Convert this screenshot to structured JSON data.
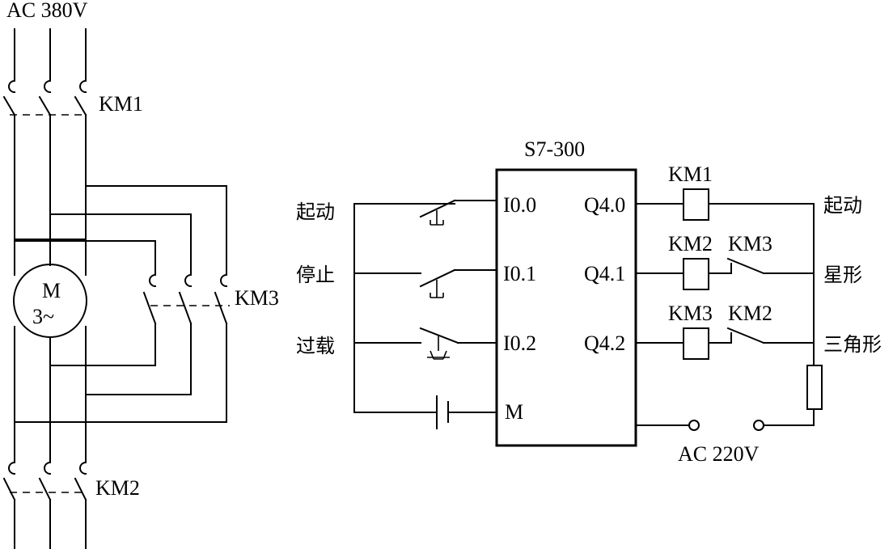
{
  "power": {
    "main_supply": "AC 380V",
    "control_supply": "AC  220V"
  },
  "motor": {
    "letter": "M",
    "phases": "3~"
  },
  "contactors": {
    "km1": "KM1",
    "km2": "KM2",
    "km3": "KM3"
  },
  "plc": {
    "model": "S7-300",
    "inputs": [
      "I0.0",
      "I0.1",
      "I0.2"
    ],
    "common": "M",
    "outputs": [
      "Q4.0",
      "Q4.1",
      "Q4.2"
    ]
  },
  "input_labels": [
    "起动",
    "停止",
    "过载"
  ],
  "output_labels": [
    "起动",
    "星形",
    "三角形"
  ],
  "output_coils": [
    "KM1",
    "KM2",
    "KM3"
  ],
  "interlock_contacts": [
    "KM3",
    "KM2"
  ]
}
